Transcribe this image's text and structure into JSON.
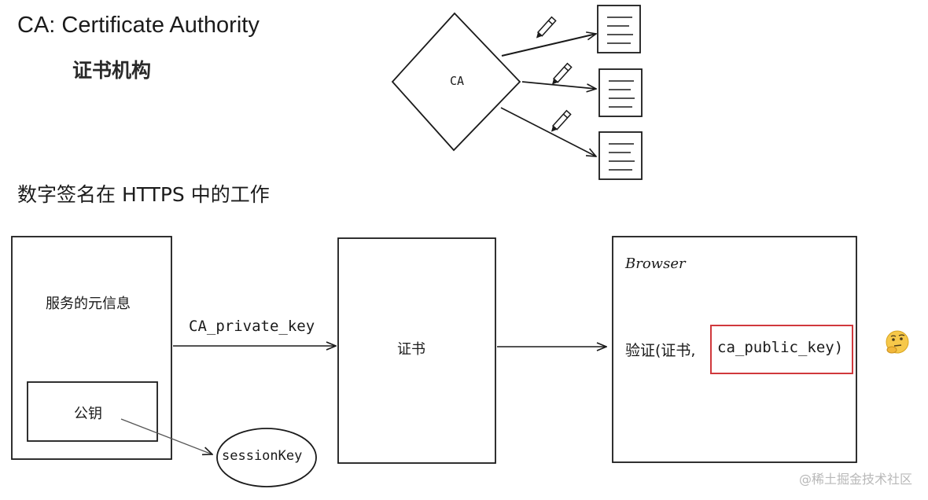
{
  "header": {
    "title": "CA: Certificate Authority",
    "subtitle": "证书机构",
    "section_title": "数字签名在 HTTPS 中的工作"
  },
  "ca_diagram": {
    "node_label": "CA",
    "icons": [
      "pen-icon",
      "pen-icon",
      "pen-icon",
      "document-icon",
      "document-icon",
      "document-icon"
    ]
  },
  "flow": {
    "server_box_label": "服务的元信息",
    "public_key_label": "公钥",
    "session_key_label": "sessionKey",
    "arrow_label": "CA_private_key",
    "certificate_label": "证书",
    "browser_title": "Browser",
    "verify_prefix": "验证(证书,",
    "verify_key": "ca_public_key)",
    "highlight_color": "#d0383c"
  },
  "decor": {
    "emoji": "thinking-face-icon",
    "watermark": "@稀土掘金技术社区"
  }
}
